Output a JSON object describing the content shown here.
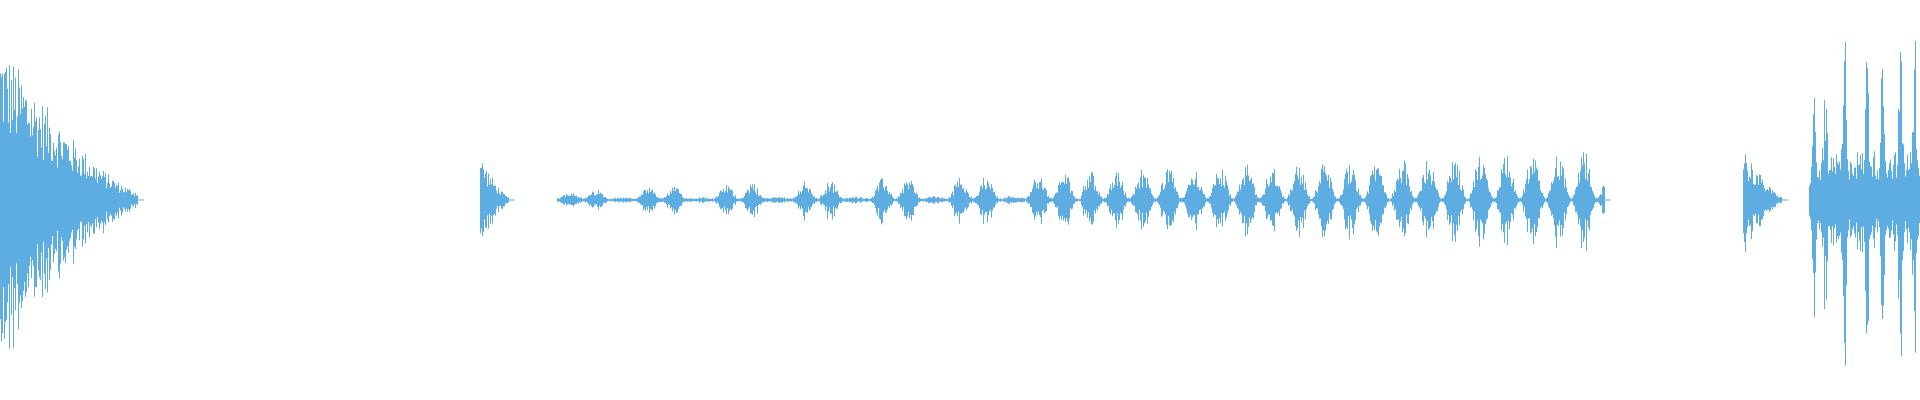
{
  "colors": {
    "background": "#ffffff",
    "waveform": "#5dade2"
  },
  "waveform": {
    "segments": [
      {
        "name": "burst-start",
        "start": 0.0,
        "end": 0.072,
        "peak": 0.42,
        "shape": "decay",
        "density": "dense"
      },
      {
        "name": "click-1",
        "start": 0.25,
        "end": 0.265,
        "peak": 0.12,
        "shape": "decay",
        "density": "dense"
      },
      {
        "name": "speech-long",
        "start": 0.29,
        "end": 0.836,
        "peak": 0.12,
        "shape": "grow",
        "density": "bursty"
      },
      {
        "name": "click-2",
        "start": 0.908,
        "end": 0.928,
        "peak": 0.14,
        "shape": "decay",
        "density": "dense"
      },
      {
        "name": "burst-end",
        "start": 0.942,
        "end": 1.0,
        "peak": 0.5,
        "shape": "erratic",
        "density": "dense"
      }
    ]
  }
}
